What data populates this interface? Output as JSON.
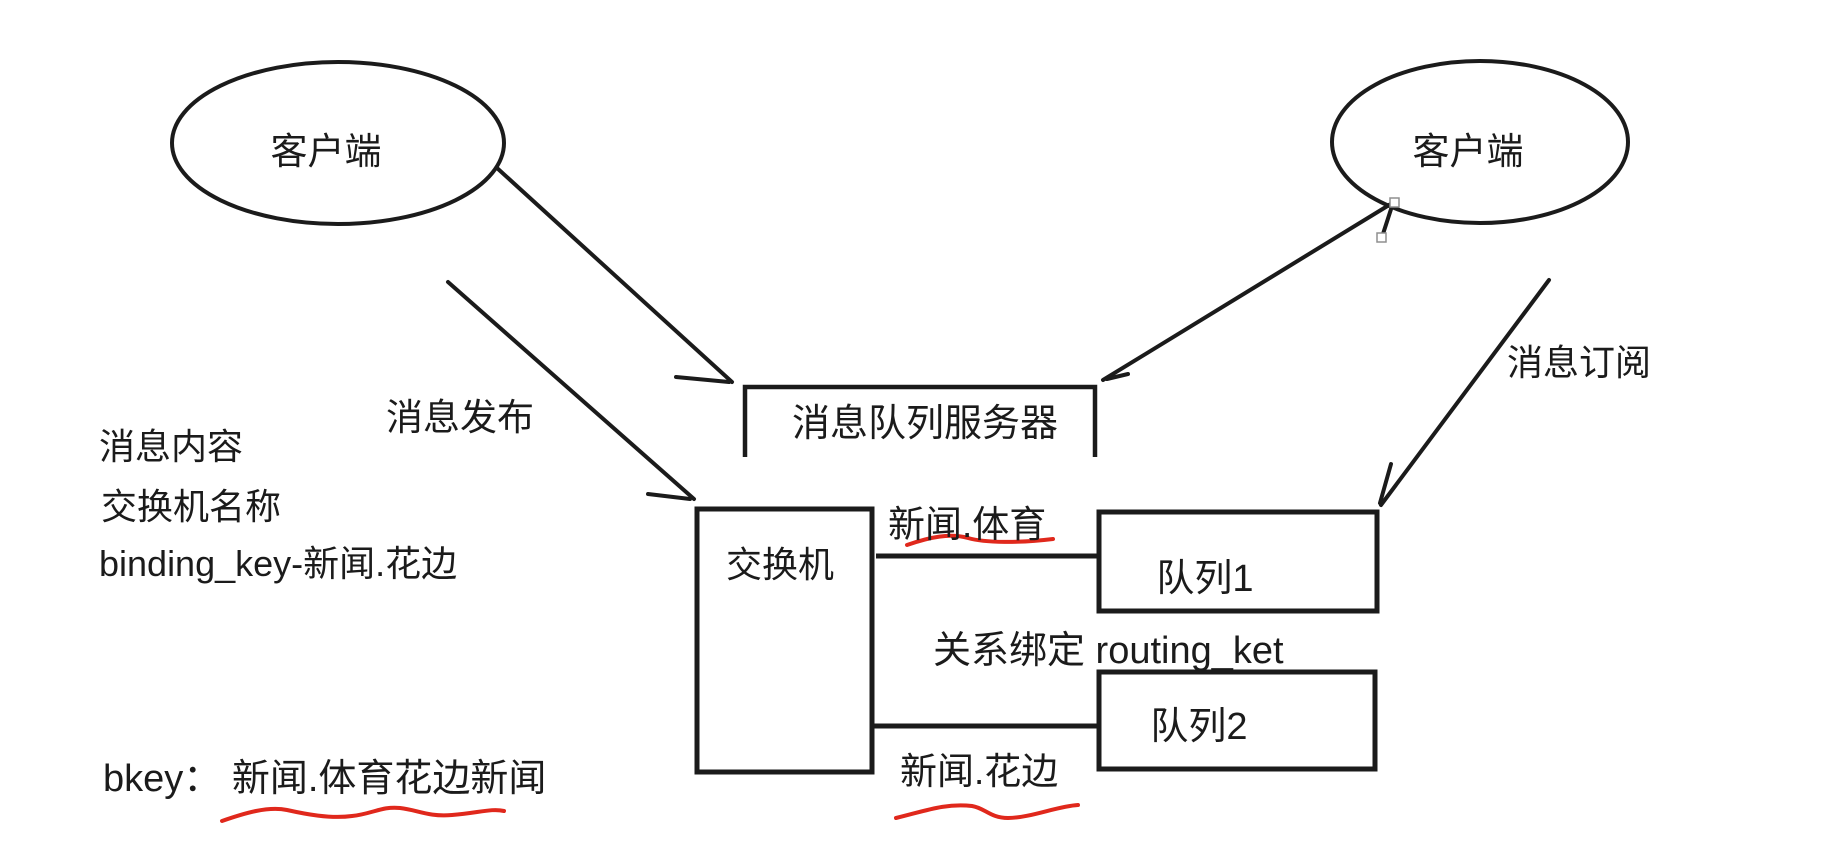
{
  "canvas": {
    "background": "#ffffff",
    "ink": "#1b1b1b",
    "annotation_red": "#e0281c",
    "handle_gray": "#8f8f8f"
  },
  "nodes": {
    "client_left": {
      "label": "客户端"
    },
    "client_right": {
      "label": "客户端"
    },
    "server": {
      "label": "消息队列服务器"
    },
    "exchange": {
      "label": "交换机"
    },
    "queue1": {
      "label": "队列1"
    },
    "queue2": {
      "label": "队列2"
    }
  },
  "edges": {
    "publish_label": "消息发布",
    "subscribe_label": "消息订阅",
    "binding1_label": "新闻.体育",
    "binding2_label": "新闻.花边",
    "binding_relation_label": "关系绑定 routing_ket"
  },
  "notes": {
    "line1": "消息内容",
    "line2": "交换机名称",
    "line3": "binding_key-新闻.花边",
    "bkey": "bkey： 新闻.体育花边新闻"
  }
}
